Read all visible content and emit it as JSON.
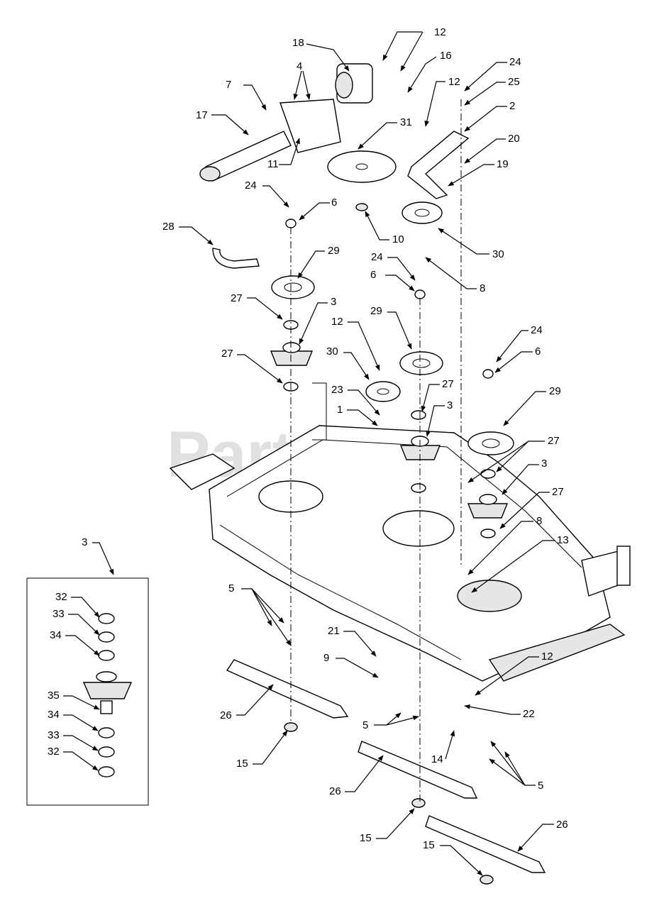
{
  "watermark": "PartsTree",
  "inset": {
    "title": "3",
    "labels": [
      "32",
      "33",
      "34",
      "35",
      "34",
      "33",
      "32"
    ]
  },
  "callouts": [
    "12",
    "18",
    "16",
    "7",
    "4",
    "17",
    "11",
    "24",
    "25",
    "2",
    "20",
    "19",
    "31",
    "12",
    "24",
    "6",
    "10",
    "30",
    "28",
    "29",
    "24",
    "6",
    "8",
    "27",
    "3",
    "29",
    "12",
    "30",
    "27",
    "23",
    "1",
    "27",
    "3",
    "24",
    "6",
    "29",
    "27",
    "3",
    "27",
    "8",
    "13",
    "5",
    "21",
    "9",
    "12",
    "22",
    "26",
    "15",
    "5",
    "14",
    "5",
    "26",
    "15",
    "26",
    "15"
  ]
}
